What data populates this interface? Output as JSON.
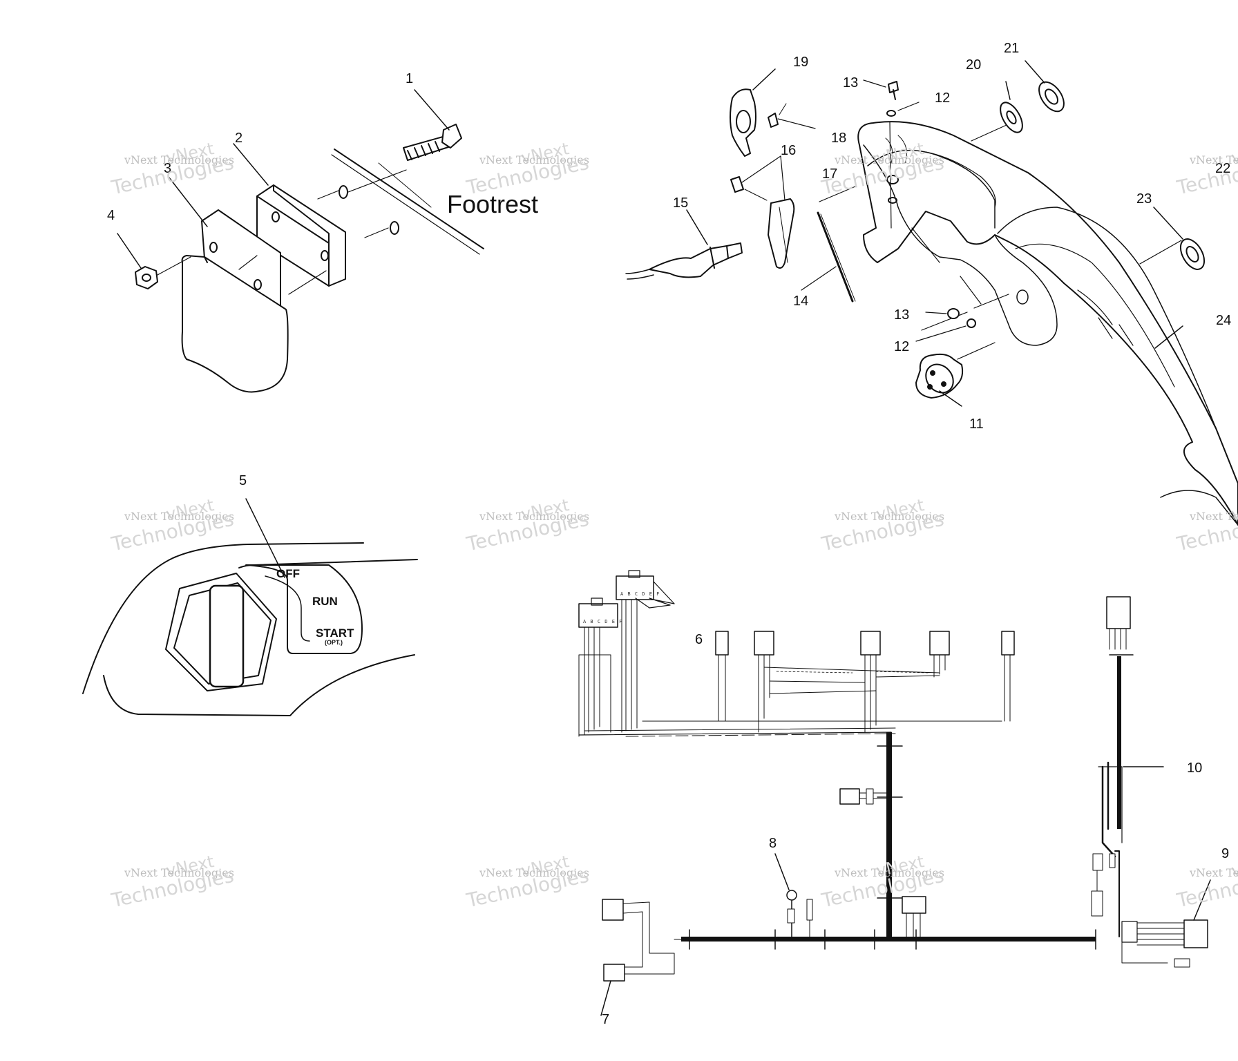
{
  "callouts": {
    "c1": "1",
    "c2": "2",
    "c3": "3",
    "c4": "4",
    "c5": "5",
    "c6": "6",
    "c7": "7",
    "c8": "8",
    "c9": "9",
    "c10": "10",
    "c11": "11",
    "c12a": "12",
    "c12b": "12",
    "c13a": "13",
    "c13b": "13",
    "c14": "14",
    "c15": "15",
    "c16": "16",
    "c17": "17",
    "c18": "18",
    "c19": "19",
    "c20": "20",
    "c21": "21",
    "c22": "22",
    "c23": "23",
    "c24": "24"
  },
  "labels": {
    "footrest": "Footrest"
  },
  "key_switch": {
    "off": "OFF",
    "run": "RUN",
    "start": "START",
    "opt": "(OPT.)"
  },
  "connector_pins": "A B C D E F",
  "watermark": {
    "line1": "vNext Technologies",
    "line2": "Technologies",
    "line3": "vNext"
  }
}
